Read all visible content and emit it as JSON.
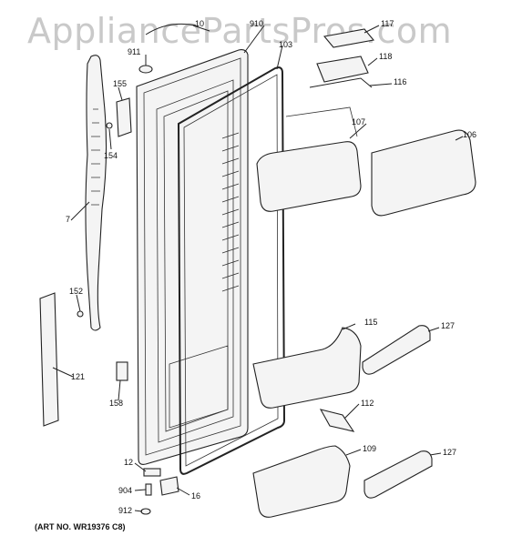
{
  "watermark": "AppliancePartsPros.com",
  "art_number": "(ART NO. WR19376 C8)",
  "callouts": {
    "c10": "10",
    "c910": "910",
    "c103": "103",
    "c117": "117",
    "c911": "911",
    "c118": "118",
    "c116": "116",
    "c155": "155",
    "c107": "107",
    "c106": "106",
    "c154": "154",
    "c7": "7",
    "c152": "152",
    "c115": "115",
    "c127a": "127",
    "c121": "121",
    "c112": "112",
    "c158": "158",
    "c109": "109",
    "c127b": "127",
    "c12": "12",
    "c904": "904",
    "c16": "16",
    "c912": "912"
  }
}
